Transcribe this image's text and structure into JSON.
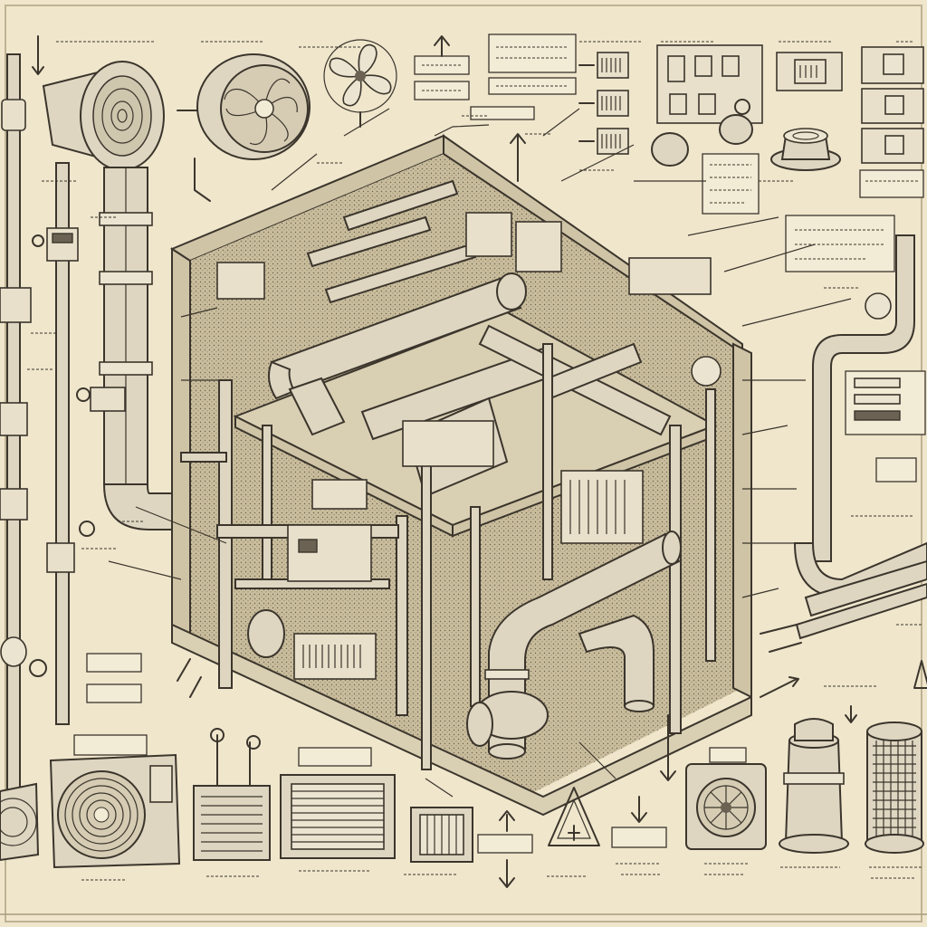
{
  "palette": {
    "paper": "#efe6cc",
    "ink": "#3b352c",
    "pipe": "#ded6c1",
    "wall": "#cfc4a6"
  },
  "components": [
    {
      "id": "duct-fan-housing",
      "icon": "cylindrical-duct-fan-icon"
    },
    {
      "id": "axial-fan",
      "icon": "round-axial-fan-icon"
    },
    {
      "id": "propeller-fan",
      "icon": "propeller-fan-icon"
    },
    {
      "id": "filter-panels",
      "icon": "filter-panel-icon"
    },
    {
      "id": "wall-controls",
      "icon": "control-module-icon"
    },
    {
      "id": "ceiling-diffuser",
      "icon": "round-diffuser-icon"
    },
    {
      "id": "outdoor-condenser-unit",
      "icon": "condenser-unit-icon"
    },
    {
      "id": "return-grille",
      "icon": "louvered-grille-icon"
    },
    {
      "id": "air-handler-box",
      "icon": "air-handler-icon"
    },
    {
      "id": "vent-grille",
      "icon": "vent-grille-icon"
    },
    {
      "id": "hazard-sign",
      "icon": "warning-triangle-icon"
    },
    {
      "id": "wall-fan",
      "icon": "wall-fan-icon"
    },
    {
      "id": "canister-tank",
      "icon": "canister-icon"
    },
    {
      "id": "mesh-filter-cylinder",
      "icon": "mesh-cylinder-icon"
    },
    {
      "id": "isometric-ductwork-room",
      "icon": "isometric-room-icon"
    }
  ]
}
